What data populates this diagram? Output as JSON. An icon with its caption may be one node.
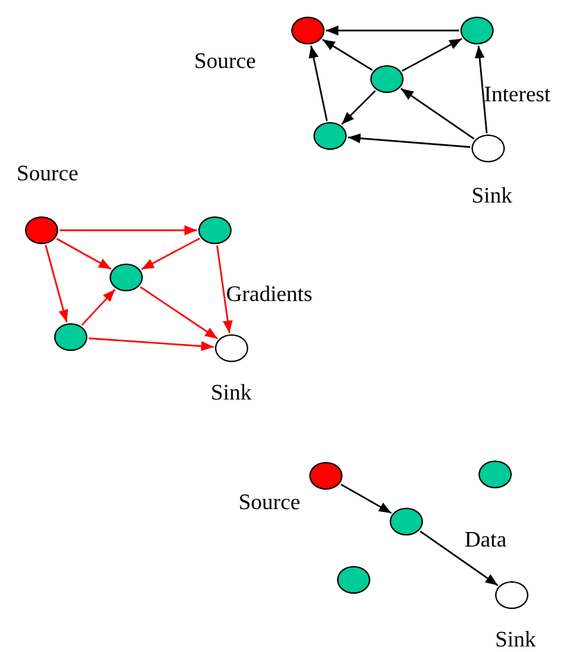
{
  "diagram": {
    "nodes": [
      {
        "text": [],
        "shape": "circle",
        "beside": [
          "Source"
        ]
      },
      {
        "text": [],
        "shape": "circle"
      },
      {
        "text": [],
        "shape": "circle"
      },
      {
        "text": [],
        "shape": "circle"
      },
      {
        "text": [],
        "shape": "circle",
        "beside": [
          "Sink"
        ]
      },
      {
        "text": [],
        "shape": "circle",
        "beside": [
          "Source"
        ]
      },
      {
        "text": [],
        "shape": "circle"
      },
      {
        "text": [],
        "shape": "circle"
      },
      {
        "text": [],
        "shape": "circle"
      },
      {
        "text": [],
        "shape": "circle",
        "beside": [
          "Sink"
        ]
      },
      {
        "text": [],
        "shape": "circle",
        "beside": [
          "Source"
        ]
      },
      {
        "text": [],
        "shape": "circle"
      },
      {
        "text": [],
        "shape": "circle"
      },
      {
        "text": [],
        "shape": "circle"
      },
      {
        "text": [],
        "shape": "circle",
        "beside": [
          "Sink"
        ]
      }
    ],
    "edges": [
      {
        "from": 1,
        "to": 0,
        "arrow": "to"
      },
      {
        "from": 2,
        "to": 0,
        "arrow": "to"
      },
      {
        "from": 3,
        "to": 0,
        "arrow": "to"
      },
      {
        "from": 2,
        "to": 1,
        "arrow": "to"
      },
      {
        "from": 2,
        "to": 3,
        "arrow": "to"
      },
      {
        "from": 4,
        "to": 2,
        "arrow": "to"
      },
      {
        "from": 4,
        "to": 3,
        "arrow": "to"
      },
      {
        "from": 4,
        "to": 1,
        "arrow": "to"
      },
      {
        "from": 5,
        "to": 6,
        "arrow": "to",
        "color": "#ff0000"
      },
      {
        "from": 5,
        "to": 7,
        "arrow": "to",
        "color": "#ff0000"
      },
      {
        "from": 5,
        "to": 8,
        "arrow": "to",
        "color": "#ff0000"
      },
      {
        "from": 6,
        "to": 7,
        "arrow": "to",
        "color": "#ff0000"
      },
      {
        "from": 6,
        "to": 9,
        "arrow": "to",
        "color": "#ff0000"
      },
      {
        "from": 8,
        "to": 7,
        "arrow": "to",
        "color": "#ff0000"
      },
      {
        "from": 7,
        "to": 9,
        "arrow": "to",
        "color": "#ff0000"
      },
      {
        "from": 8,
        "to": 9,
        "arrow": "to",
        "color": "#ff0000"
      },
      {
        "from": 10,
        "to": 12,
        "arrow": "to"
      },
      {
        "from": 12,
        "to": 14,
        "arrow": "to"
      }
    ],
    "labels": [
      "Interest",
      "Gradients",
      "Data"
    ]
  }
}
